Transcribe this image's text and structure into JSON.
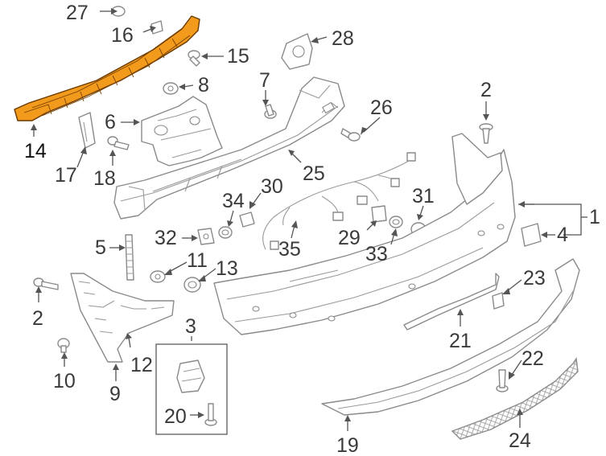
{
  "diagram": {
    "highlight_color": "#f29a1c",
    "callouts": {
      "c27": "27",
      "c16": "16",
      "c28": "28",
      "c15": "15",
      "c8": "8",
      "c7": "7",
      "c2_top": "2",
      "c26": "26",
      "c6": "6",
      "c14": "14",
      "c17": "17",
      "c18": "18",
      "c25": "25",
      "c30": "30",
      "c34": "34",
      "c31": "31",
      "c1": "1",
      "c4": "4",
      "c5": "5",
      "c32": "32",
      "c29": "29",
      "c35": "35",
      "c33": "33",
      "c11": "11",
      "c13": "13",
      "c23": "23",
      "c2_left": "2",
      "c3": "3",
      "c21": "21",
      "c10": "10",
      "c12": "12",
      "c22": "22",
      "c9": "9",
      "c20": "20",
      "c19": "19",
      "c24": "24"
    }
  }
}
